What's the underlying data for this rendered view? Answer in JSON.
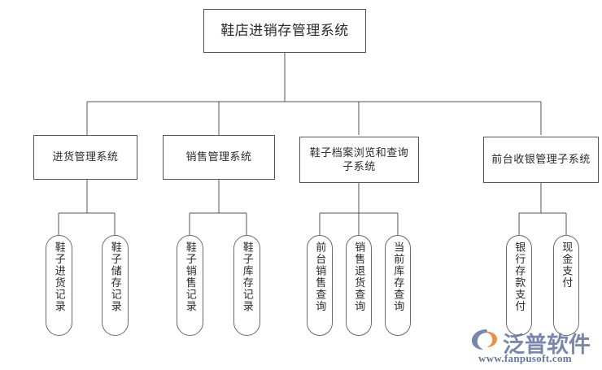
{
  "diagram": {
    "type": "org-chart",
    "title": "鞋店进销存管理系统",
    "root": {
      "label": "鞋店进销存管理系统"
    },
    "level2": [
      {
        "label": "进货管理系统"
      },
      {
        "label": "销售管理系统"
      },
      {
        "label": "鞋子档案浏览和查询子系统"
      },
      {
        "label": "前台收银管理子系统"
      }
    ],
    "level3": [
      {
        "label": "鞋子进货记录",
        "parent": "进货管理系统"
      },
      {
        "label": "鞋子储存记录",
        "parent": "进货管理系统"
      },
      {
        "label": "鞋子销售记录",
        "parent": "销售管理系统"
      },
      {
        "label": "鞋子库存记录",
        "parent": "销售管理系统"
      },
      {
        "label": "前台销售查询",
        "parent": "鞋子档案浏览和查询子系统"
      },
      {
        "label": "销售退货查询",
        "parent": "鞋子档案浏览和查询子系统"
      },
      {
        "label": "当前库存查询",
        "parent": "鞋子档案浏览和查询子系统"
      },
      {
        "label": "银行存款支付",
        "parent": "前台收银管理子系统"
      },
      {
        "label": "现金支付",
        "parent": "前台收银管理子系统"
      }
    ],
    "watermark": {
      "brand": "泛普软件",
      "url": "www.fanpusoft.com"
    },
    "colors": {
      "line": "#555555",
      "text": "#2a2a2a",
      "background": "#ffffff",
      "watermark_brand": "#6f7da6",
      "watermark_accent": "#e8873a"
    }
  }
}
